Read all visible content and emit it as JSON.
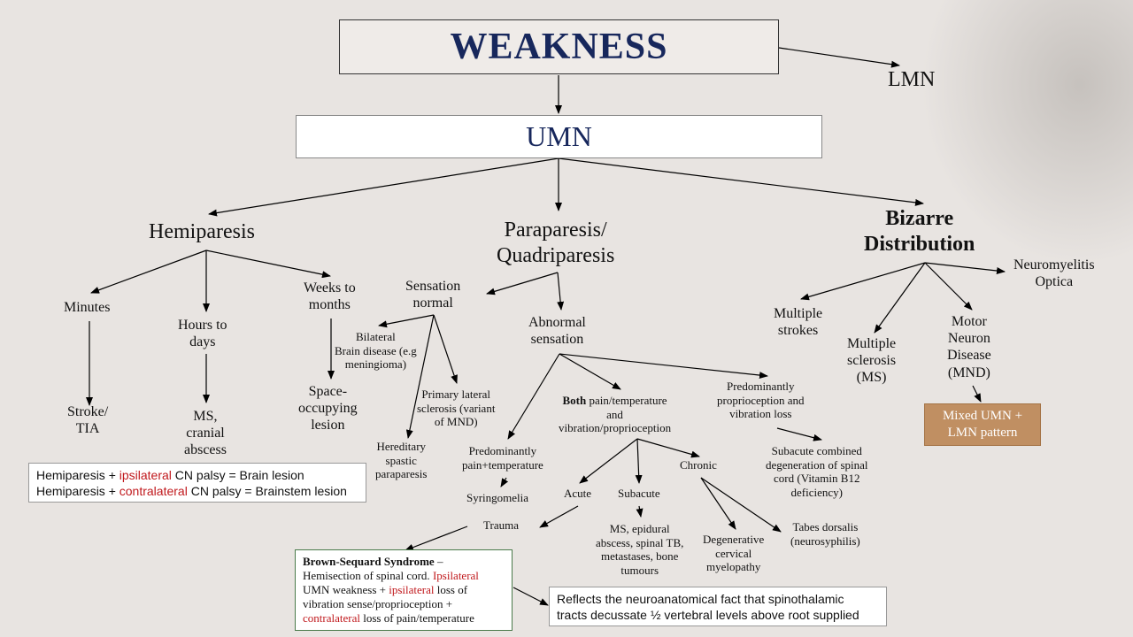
{
  "title": "WEAKNESS",
  "lmn": "LMN",
  "umn": "UMN",
  "hemi": {
    "label": "Hemiparesis",
    "minutes": "Minutes",
    "hours": [
      "Hours to",
      "days"
    ],
    "weeks": [
      "Weeks to",
      "months"
    ],
    "stroke": [
      "Stroke/",
      "TIA"
    ],
    "ms": [
      "MS,",
      "cranial",
      "abscess"
    ],
    "space": [
      "Space-",
      "occupying",
      "lesion"
    ]
  },
  "cn_palsy": {
    "line1": {
      "pre": "Hemiparesis + ",
      "red": "ipsilateral",
      "post": " CN palsy = Brain lesion"
    },
    "line2": {
      "pre": "Hemiparesis + ",
      "red": "contralateral",
      "post": " CN palsy = Brainstem lesion"
    }
  },
  "para": {
    "label": [
      "Paraparesis/",
      "Quadriparesis"
    ],
    "sens_normal": [
      "Sensation",
      "normal"
    ],
    "bilateral": [
      "Bilateral",
      "Brain disease (e.g",
      "meningioma)"
    ],
    "pls": [
      "Primary lateral",
      "sclerosis (variant",
      "of MND)"
    ],
    "hsp": [
      "Hereditary",
      "spastic",
      "paraparesis"
    ],
    "abnormal": [
      "Abnormal",
      "sensation"
    ],
    "pain_temp": [
      "Predominantly",
      "pain+temperature"
    ],
    "syringo": "Syringomelia",
    "both": {
      "bold": "Both",
      "rest": " pain/temperature",
      "line2": "and",
      "line3": "vibration/proprioception"
    },
    "acute": "Acute",
    "subacute": "Subacute",
    "chronic": "Chronic",
    "trauma": "Trauma",
    "subacute_dx": [
      "MS, epidural",
      "abscess, spinal TB,",
      "metastases, bone",
      "tumours"
    ],
    "degen": [
      "Degenerative",
      "cervical",
      "myelopathy"
    ],
    "tabes": [
      "Tabes dorsalis",
      "(neurosyphilis)"
    ],
    "proprio": [
      "Predominantly",
      "proprioception and",
      "vibration loss"
    ],
    "scd": [
      "Subacute combined",
      "degeneration of spinal",
      "cord (Vitamin B12",
      "deficiency)"
    ]
  },
  "bizarre": {
    "label": [
      "Bizarre",
      "Distribution"
    ],
    "nmo": [
      "Neuromyelitis",
      "Optica"
    ],
    "strokes": [
      "Multiple",
      "strokes"
    ],
    "ms": [
      "Multiple",
      "sclerosis",
      "(MS)"
    ],
    "mnd": [
      "Motor",
      "Neuron",
      "Disease",
      "(MND)"
    ],
    "mixed": [
      "Mixed UMN +",
      "LMN pattern"
    ]
  },
  "brown_sequard": {
    "title": "Brown-Sequard Syndrome",
    "dash": " –",
    "l2a": "Hemisection of spinal cord. ",
    "l2red": "Ipsilateral",
    "l3a": "UMN weakness + ",
    "l3red": "ipsilateral",
    "l3b": " loss of",
    "l4": "vibration sense/proprioception +",
    "l5red": "contralateral",
    "l5b": " loss of pain/temperature"
  },
  "reflects": [
    "Reflects the neuroanatomical fact that spinothalamic",
    "tracts decussate ½ vertebral levels above root supplied"
  ],
  "colors": {
    "navy": "#17275c",
    "red": "#c0181c",
    "tan": "#c08f62",
    "background": "#e8e4e1"
  }
}
